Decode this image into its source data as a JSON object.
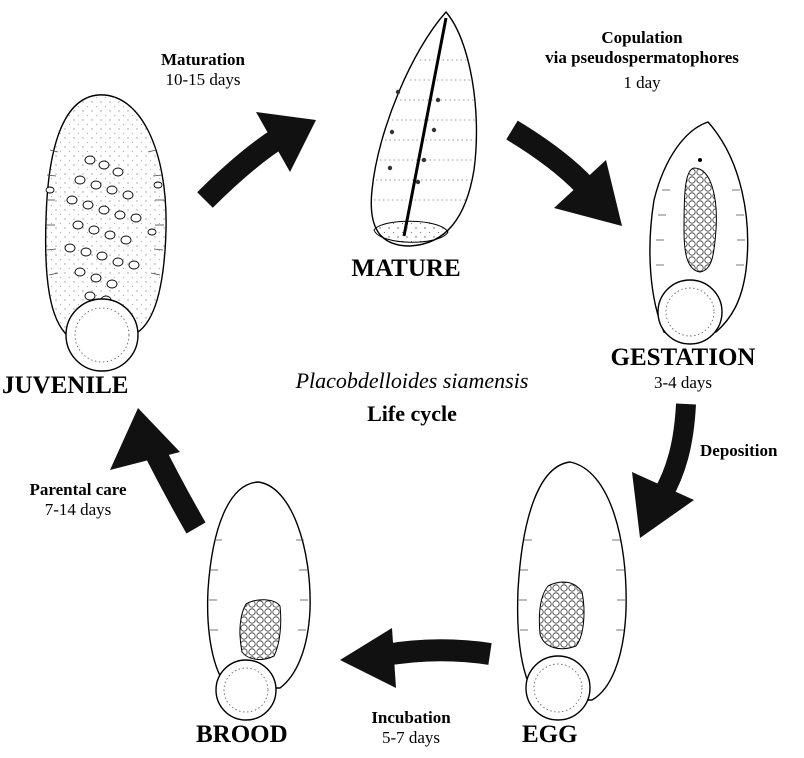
{
  "title": {
    "species": "Placobdelloides siamensis",
    "subtitle": "Life cycle"
  },
  "stages": {
    "juvenile": "JUVENILE",
    "mature": "MATURE",
    "gestation": {
      "name": "GESTATION",
      "duration": "3-4 days"
    },
    "egg": "EGG",
    "brood": "BROOD"
  },
  "transitions": {
    "maturation": {
      "name": "Maturation",
      "duration": "10-15 days"
    },
    "copulation": {
      "name_line1": "Copulation",
      "name_line2": "via pseudospermatophores",
      "duration": "1 day"
    },
    "deposition": {
      "name": "Deposition"
    },
    "incubation": {
      "name": "Incubation",
      "duration": "5-7 days"
    },
    "parental_care": {
      "name": "Parental care",
      "duration": "7-14 days"
    }
  },
  "colors": {
    "ink": "#000000",
    "background": "#ffffff",
    "arrow": "#111111"
  }
}
